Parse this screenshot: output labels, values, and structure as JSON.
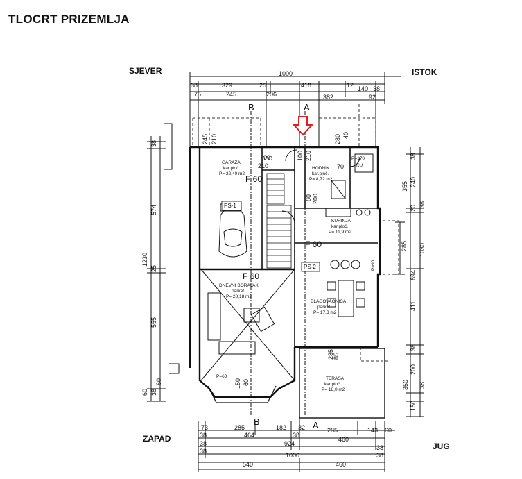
{
  "title": "TLOCRT PRIZEMLJA",
  "directions": {
    "north": "SJEVER",
    "east": "ISTOK",
    "west": "ZAPAD",
    "south": "JUG"
  },
  "top_dims": {
    "total": "1000",
    "row1": [
      "38",
      "329",
      "25",
      "418",
      "12",
      "140",
      "38"
    ],
    "row2": [
      "75",
      "245",
      "206",
      "382",
      "92"
    ]
  },
  "bottom_dims": {
    "row1": [
      "73",
      "285",
      "182",
      "32",
      "285",
      "143",
      "60"
    ],
    "row2": [
      "38",
      "464",
      "38",
      "460"
    ],
    "row3": [
      "38",
      "924",
      "38"
    ],
    "row4": [
      "38",
      "1000",
      "38"
    ],
    "row5": [
      "540",
      "460"
    ]
  },
  "left_dims": [
    "38",
    "574",
    "1230",
    "25",
    "555",
    "60",
    "38",
    "60"
  ],
  "right_dims": [
    "38",
    "240",
    "355",
    "20",
    "38",
    "285",
    "1030",
    "694",
    "411",
    "38",
    "200",
    "350",
    "38",
    "150"
  ],
  "sections": {
    "b": "B",
    "a": "A"
  },
  "inner_dims": [
    "245",
    "210",
    "280",
    "40",
    "100",
    "210",
    "170",
    "90",
    "210",
    "80",
    "200",
    "70",
    "85",
    "285",
    "150",
    "60",
    "60"
  ],
  "rooms": [
    {
      "name": "GARAŽA",
      "floor": "kar.ploč.",
      "area": "P= 22,40 m2"
    },
    {
      "name": "HODNIK",
      "floor": "kar.ploč.",
      "area": "P= 8,72 m2"
    },
    {
      "name": "KUHINJA",
      "floor": "kar.ploč.",
      "area": "P= 11,9 m2"
    },
    {
      "name": "DNEVNI BORAVAK",
      "floor": "parket",
      "area": "P= 28,18 m2"
    },
    {
      "name": "BLAGOVAONICA",
      "floor": "parket",
      "area": "P= 17,3 m2"
    },
    {
      "name": "TERASA",
      "floor": "kar.ploč.",
      "area": "P= 18,0 m2"
    }
  ],
  "misc_labels": {
    "ps1": "PS-1",
    "ps2": "PS-2",
    "f60": "F 60",
    "vo": "V.O.",
    "p170": "P=170",
    "p60": "P=60",
    "p90": "P=90",
    "ku": "KU"
  },
  "colors": {
    "arrow": "#e02020",
    "ink": "#111111"
  }
}
